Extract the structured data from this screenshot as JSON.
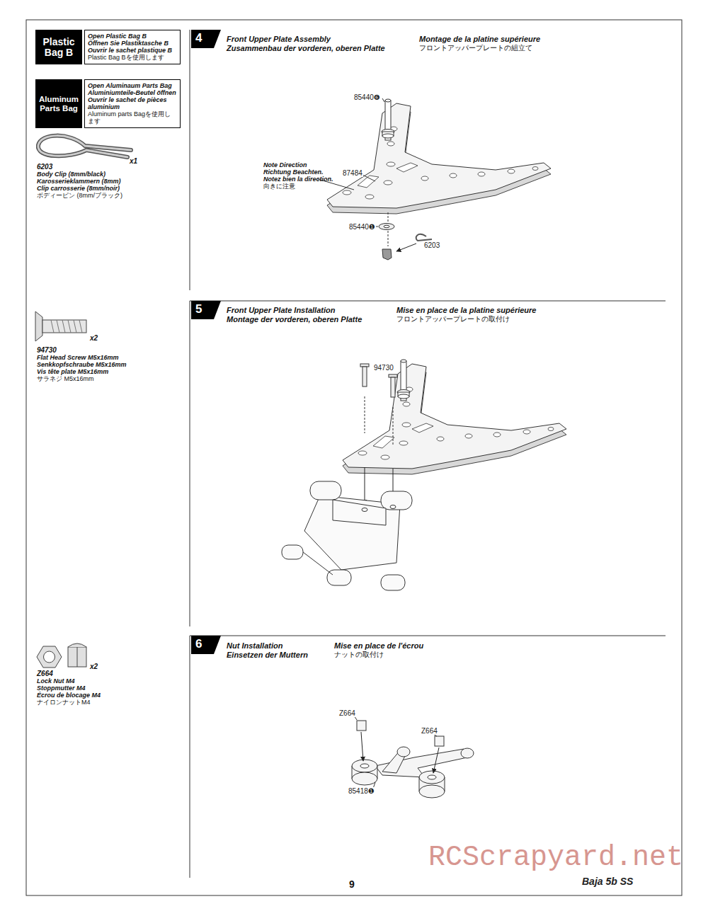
{
  "diagram": {
    "nodes": [
      {
        "text": [
          "Plastic Bag B",
          "Open Plastic Bag B",
          "Öffnen Sie Plastiktasche B",
          "Ouvrir le sachet plastique B",
          "Plastic Bag Bを使用します"
        ]
      },
      {
        "text": [
          "Aluminum Parts Bag",
          "Open Aluminaum Parts Bag",
          "Aluminiumteile-Beutel öffnen",
          "Ouvrir le sachet de pièces aluminium",
          "Aluminum parts Bagを使用します"
        ]
      }
    ],
    "labels": [
      "4",
      "Front Upper Plate Assembly",
      "Zusammenbau der vorderen, oberen Platte",
      "Montage de la platine supérieure",
      "フロントアッパープレートの組立て",
      "85440❻",
      "87484",
      "Note Direction",
      "Richtung Beachten.",
      "Notez bien la direction.",
      "向きに注意",
      "85440❶",
      "6203",
      "5",
      "Front Upper Plate Installation",
      "Montage der vorderen, oberen Platte",
      "Mise en place de la platine supérieure",
      "フロントアッパープレートの取付け",
      "94730",
      "6",
      "Nut Installation",
      "Einsetzen der Muttern",
      "Mise en place de l'écrou",
      "ナットの取付け",
      "Z664",
      "Z664",
      "85418❶",
      "6203",
      "x1",
      "Body Clip (8mm/black)",
      "Karosserieklammern (8mm)",
      "Clip carrosserie (8mm/noir)",
      "ボディーピン (8mm/ブラック)",
      "94730",
      "x2",
      "Flat Head Screw M5x16mm",
      "Senkkopfschraube M5x16mm",
      "Vis tête plate M5x16mm",
      "サラネジ M5x16mm",
      "Z664",
      "x2",
      "Lock Nut M4",
      "Stoppmutter M4",
      "Écrou de blocage M4",
      "ナイロンナットM4",
      "9",
      "Baja 5b SS",
      "RCScrapyard.net"
    ]
  }
}
